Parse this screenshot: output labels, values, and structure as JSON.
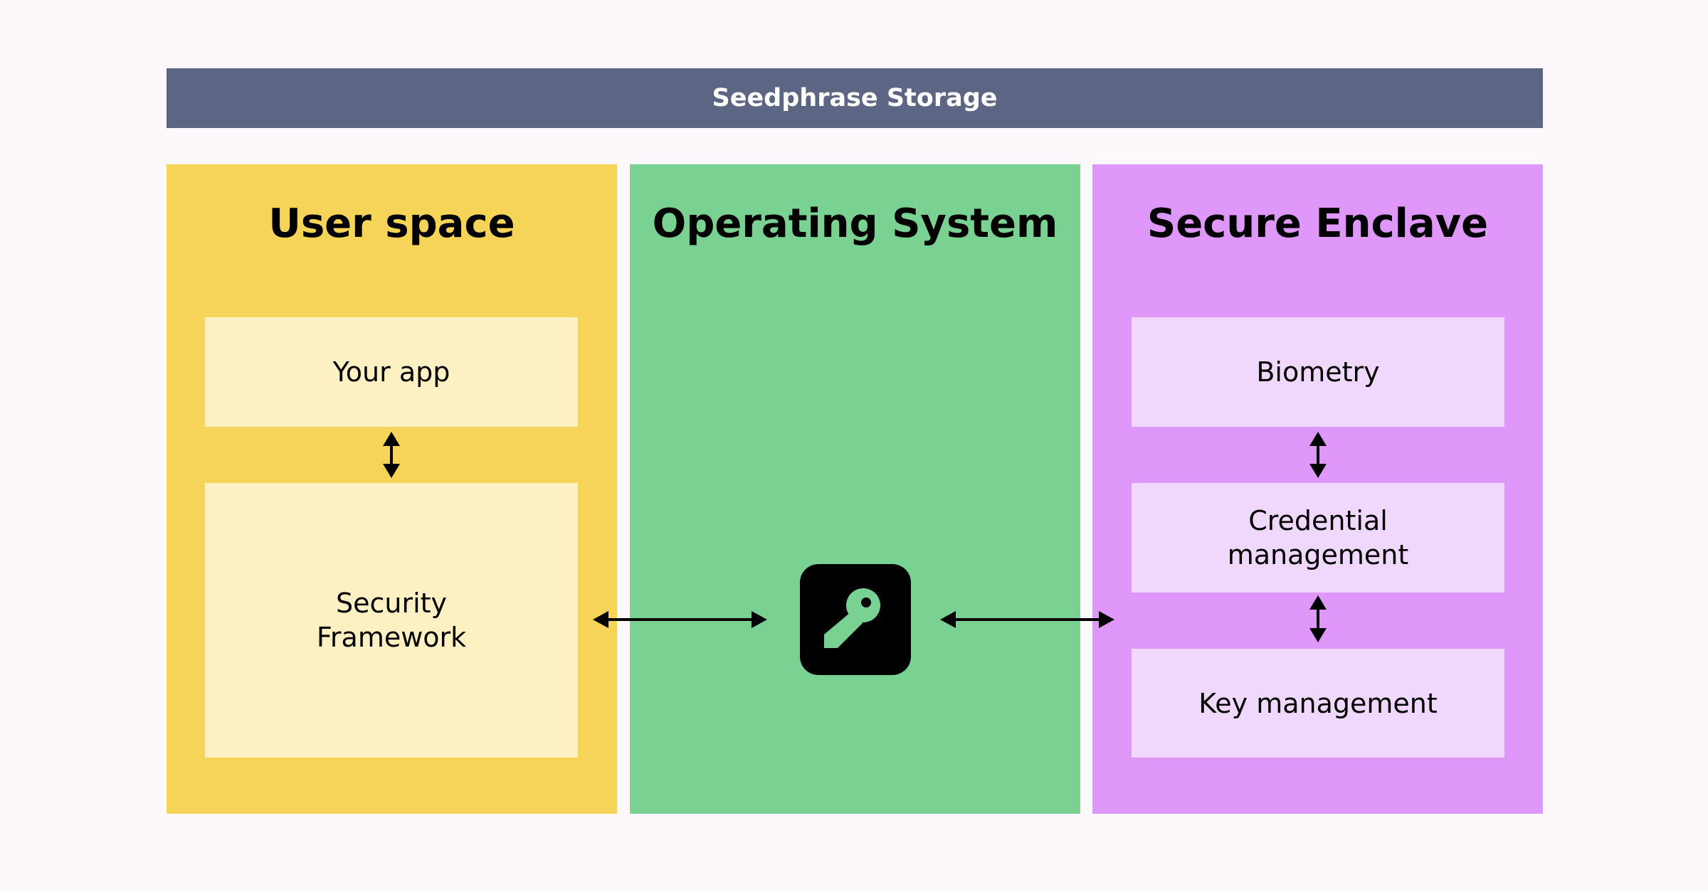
{
  "colors": {
    "background": "#fcf8fc",
    "banner": "#5c6684",
    "banner_text": "#ffffff",
    "user_space": "#f6d458",
    "user_space_inner": "#fdf1c4",
    "operating_system": "#7ad292",
    "secure_enclave": "#df98fa",
    "secure_enclave_inner": "#f0d8fc",
    "key_tile": "#000000",
    "key_glyph": "#7ad292",
    "arrow": "#000000"
  },
  "banner": {
    "title": "Seedphrase Storage"
  },
  "panels": {
    "user_space": {
      "title": "User space",
      "boxes": {
        "your_app": "Your app",
        "security_framework": "Security\nFramework"
      }
    },
    "operating_system": {
      "title": "Operating System",
      "icon": "key-icon"
    },
    "secure_enclave": {
      "title": "Secure Enclave",
      "boxes": {
        "biometry": "Biometry",
        "credential_management": "Credential\nmanagement",
        "key_management": "Key management"
      }
    }
  },
  "arrows": [
    {
      "from": "your_app",
      "to": "security_framework",
      "direction": "both"
    },
    {
      "from": "security_framework",
      "to": "key_tile",
      "direction": "both"
    },
    {
      "from": "key_tile",
      "to": "credential_management",
      "direction": "both"
    },
    {
      "from": "biometry",
      "to": "credential_management",
      "direction": "both"
    },
    {
      "from": "credential_management",
      "to": "key_management",
      "direction": "both"
    }
  ]
}
